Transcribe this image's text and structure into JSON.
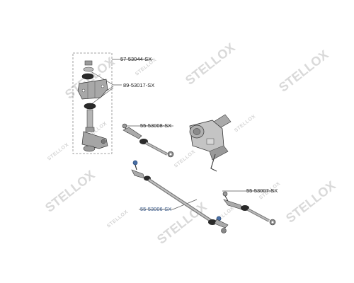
{
  "watermark": {
    "brand": "STELLOX",
    "small": "STELLOX"
  },
  "labels": {
    "a": "57-53044-SX",
    "b": "89-53017-SX",
    "c": "55-53008-SX",
    "d": "55-53007-SX",
    "e": "55-53006-SX"
  },
  "colors": {
    "accent_blue": "#3b5b8a",
    "line": "#555555",
    "part": "#9a9a9a",
    "boot": "#2a2a2a"
  }
}
